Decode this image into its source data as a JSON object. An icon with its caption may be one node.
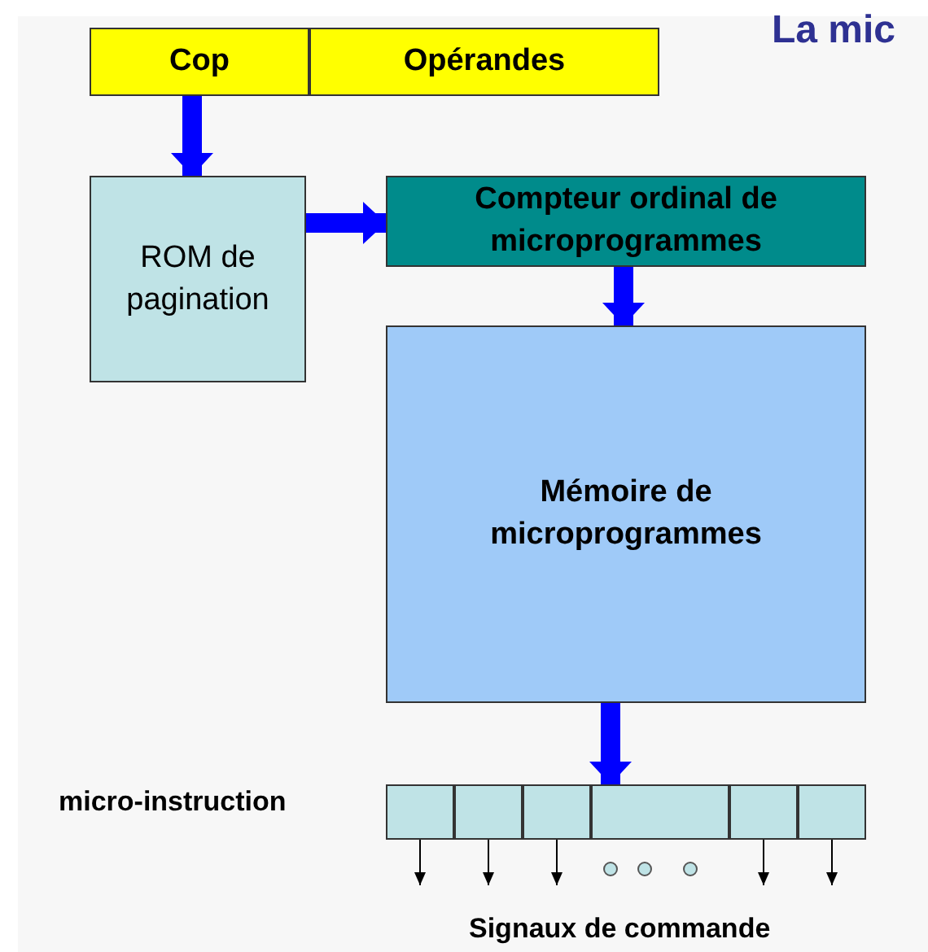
{
  "diagram": {
    "title": "La mic",
    "nodes": [
      {
        "text": [
          "Cop"
        ]
      },
      {
        "text": [
          "Opérandes"
        ]
      },
      {
        "text": [
          "ROM de pagination"
        ]
      },
      {
        "text": [
          "Compteur ordinal de microprogrammes"
        ]
      },
      {
        "text": [
          "Mémoire de microprogrammes"
        ]
      },
      {
        "text": [],
        "shape": "box"
      },
      {
        "text": [],
        "shape": "box"
      },
      {
        "text": [],
        "shape": "box"
      },
      {
        "text": [],
        "shape": "box"
      },
      {
        "text": [],
        "shape": "box"
      },
      {
        "text": [],
        "shape": "box"
      }
    ],
    "edges": [
      {
        "from": 0,
        "to": 2,
        "arrow": "to",
        "style": "thick",
        "color": "#0000ff"
      },
      {
        "from": 2,
        "to": 3,
        "arrow": "to",
        "style": "thick",
        "color": "#0000ff"
      },
      {
        "from": 3,
        "to": 4,
        "arrow": "to",
        "style": "thick",
        "color": "#0000ff"
      },
      {
        "from": 4,
        "to": 8,
        "arrow": "to",
        "style": "thick",
        "color": "#0000ff"
      },
      {
        "from": 5,
        "to": null,
        "arrow": "to"
      },
      {
        "from": 6,
        "to": null,
        "arrow": "to"
      },
      {
        "from": 7,
        "to": null,
        "arrow": "to"
      },
      {
        "from": 9,
        "to": null,
        "arrow": "to"
      },
      {
        "from": 10,
        "to": null,
        "arrow": "to"
      }
    ],
    "labels": [
      "micro-instruction",
      "Signaux de commande"
    ]
  }
}
